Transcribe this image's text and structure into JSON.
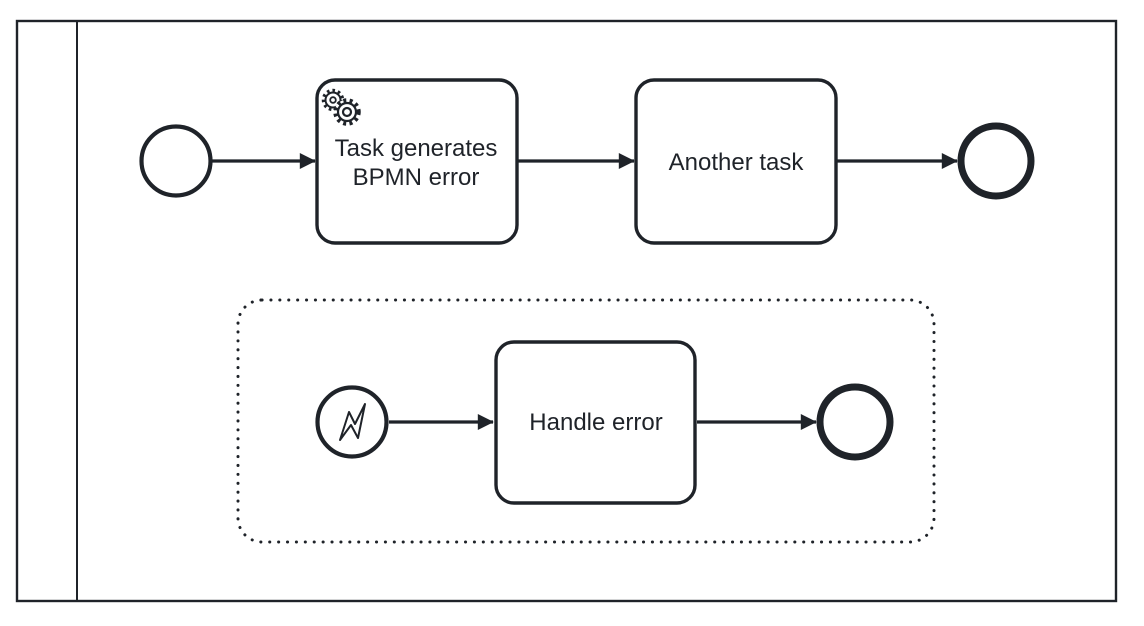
{
  "theme": {
    "stroke_color": "#1f2329",
    "fill_color": "#ffffff",
    "background_color": "#ffffff"
  },
  "diagram": {
    "kind": "BPMN process diagram with error-handling event subprocess",
    "pool": {
      "label": ""
    },
    "nodes": [
      {
        "id": "start-event",
        "type": "start-event",
        "label": ""
      },
      {
        "id": "service-task",
        "type": "service-task",
        "label": "Task generates BPMN error",
        "label_lines": [
          "Task generates",
          "BPMN error"
        ],
        "marker": "gears-icon"
      },
      {
        "id": "another-task",
        "type": "task",
        "label": "Another task"
      },
      {
        "id": "end-event",
        "type": "end-event",
        "label": ""
      },
      {
        "id": "event-subprocess",
        "type": "event-subprocess",
        "label": "",
        "border": "dotted"
      },
      {
        "id": "error-start-event",
        "type": "error-start-event",
        "label": "",
        "marker": "error-flash-icon"
      },
      {
        "id": "handle-error-task",
        "type": "task",
        "label": "Handle error"
      },
      {
        "id": "subprocess-end-event",
        "type": "end-event",
        "label": ""
      }
    ],
    "flows": [
      {
        "from": "start-event",
        "to": "service-task"
      },
      {
        "from": "service-task",
        "to": "another-task"
      },
      {
        "from": "another-task",
        "to": "end-event"
      },
      {
        "from": "error-start-event",
        "to": "handle-error-task"
      },
      {
        "from": "handle-error-task",
        "to": "subprocess-end-event"
      }
    ]
  }
}
